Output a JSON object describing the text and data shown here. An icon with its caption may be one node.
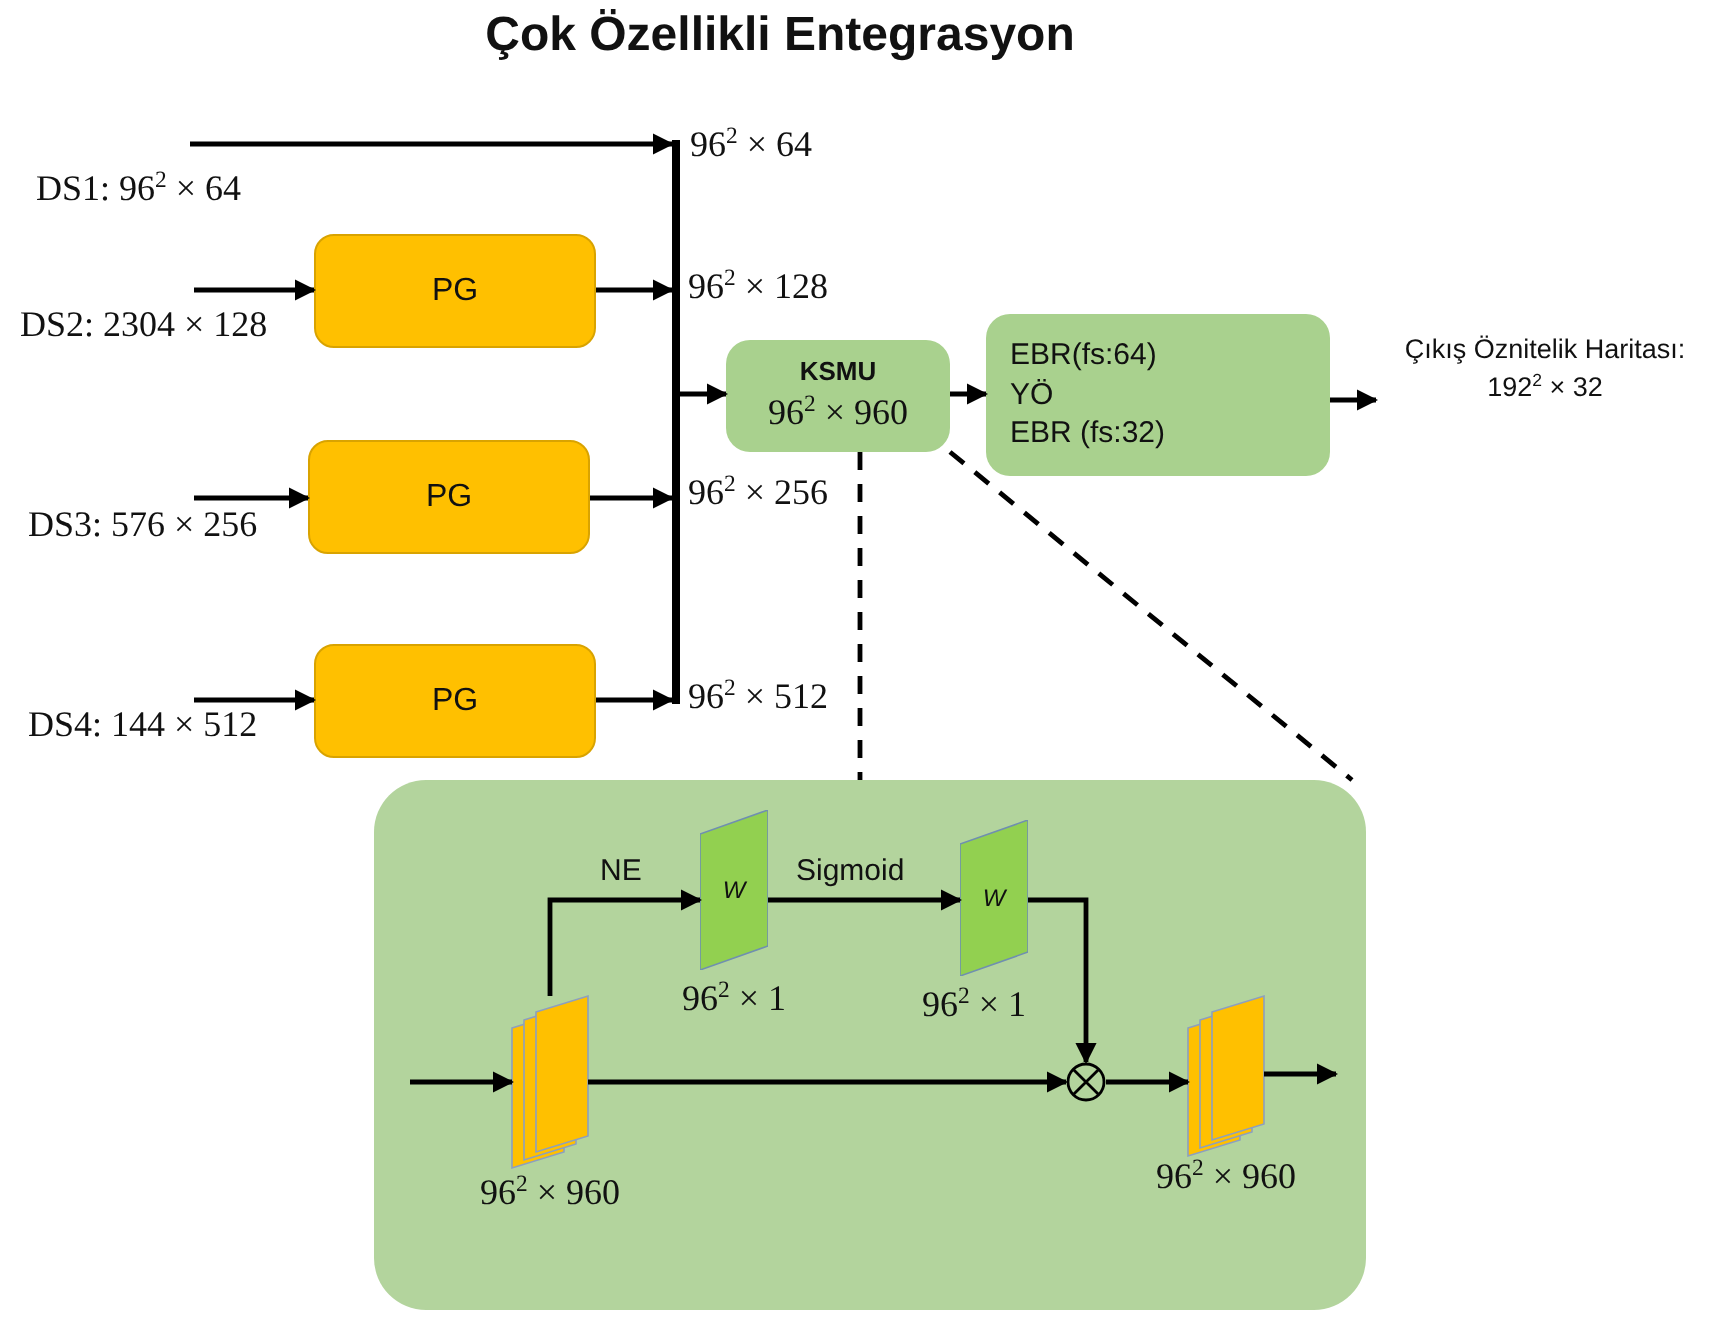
{
  "diagram": {
    "title": "Çok Özellikli Entegrasyon",
    "nodes": [
      {
        "text": [
          "PG"
        ]
      },
      {
        "text": [
          "PG"
        ]
      },
      {
        "text": [
          "PG"
        ]
      },
      {
        "text": [],
        "shape": "bar"
      },
      {
        "text": [
          "KSMU",
          "96$^{2}$ × 960"
        ]
      },
      {
        "text": [
          "EBR(fs:64)",
          "YÖ",
          "EBR (fs:32)"
        ]
      },
      {
        "text": [
          "Çıkış Öznitelik Haritası: 192$^{2}$ × 32"
        ]
      },
      {
        "text": [],
        "shape": "box"
      },
      {
        "text": [],
        "shape": "box",
        "in": 7,
        "beside": [
          "96$^{2}$ × 960"
        ]
      },
      {
        "text": [
          "W"
        ],
        "in": 7,
        "beside": [
          "96$^{2}$ × 1"
        ]
      },
      {
        "text": [
          "W"
        ],
        "in": 7,
        "beside": [
          "96$^{2}$ × 1"
        ]
      },
      {
        "text": [],
        "shape": "circle",
        "in": 7
      },
      {
        "text": [],
        "shape": "box",
        "in": 7,
        "beside": [
          "96$^{2}$ × 960"
        ]
      }
    ],
    "edges": [
      {
        "from": null,
        "to": 3,
        "arrow": "to",
        "label": "DS1: 96$^{2}$ × 64"
      },
      {
        "from": null,
        "to": 0,
        "arrow": "to",
        "label": "DS2: 2304 × 128"
      },
      {
        "from": null,
        "to": 1,
        "arrow": "to",
        "label": "DS3: 576 × 256"
      },
      {
        "from": null,
        "to": 2,
        "arrow": "to",
        "label": "DS4: 144 × 512"
      },
      {
        "from": 0,
        "to": 3,
        "arrow": "to"
      },
      {
        "from": 1,
        "to": 3,
        "arrow": "to"
      },
      {
        "from": 2,
        "to": 3,
        "arrow": "to"
      },
      {
        "from": 3,
        "to": 4,
        "arrow": "to"
      },
      {
        "from": 4,
        "to": 5,
        "arrow": "to"
      },
      {
        "from": 5,
        "to": 6,
        "arrow": "to"
      },
      {
        "from": 4,
        "to": 7,
        "arrow": "none",
        "style": "dashed"
      },
      {
        "from": 4,
        "to": 7,
        "arrow": "none",
        "style": "dashed"
      },
      {
        "from": null,
        "to": 8,
        "arrow": "to"
      },
      {
        "from": 8,
        "to": 9,
        "arrow": "to",
        "label": "NE"
      },
      {
        "from": 9,
        "to": 10,
        "arrow": "to",
        "label": "Sigmoid"
      },
      {
        "from": 10,
        "to": 11,
        "arrow": "to"
      },
      {
        "from": 8,
        "to": 11,
        "arrow": "to"
      },
      {
        "from": 11,
        "to": 12,
        "arrow": "to"
      },
      {
        "from": 12,
        "to": null,
        "arrow": "to"
      }
    ],
    "labels": [
      "96$^{2}$ × 64",
      "96$^{2}$ × 128",
      "96$^{2}$ × 256",
      "96$^{2}$ × 512"
    ]
  }
}
